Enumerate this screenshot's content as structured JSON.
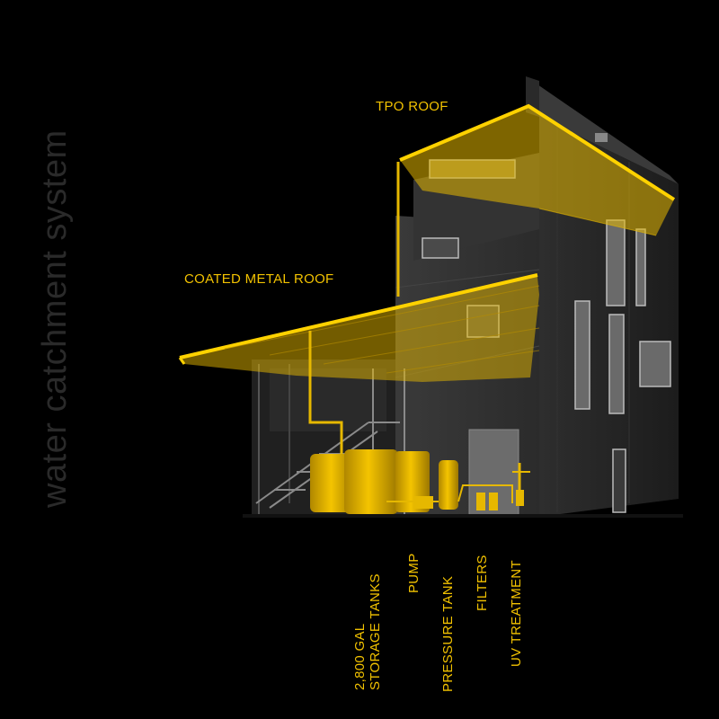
{
  "title": "water catchment system",
  "colors": {
    "accent": "#f2c200",
    "background": "#000000",
    "title_text": "#2a2a2a"
  },
  "labels": {
    "tpo_roof": "TPO ROOF",
    "coated_metal_roof": "COATED METAL ROOF",
    "storage_tanks_line1": "2,800 GAL",
    "storage_tanks_line2": "STORAGE TANKS",
    "pump": "PUMP",
    "pressure_tank": "PRESSURE TANK",
    "filters": "FILTERS",
    "uv_treatment": "UV TREATMENT"
  }
}
